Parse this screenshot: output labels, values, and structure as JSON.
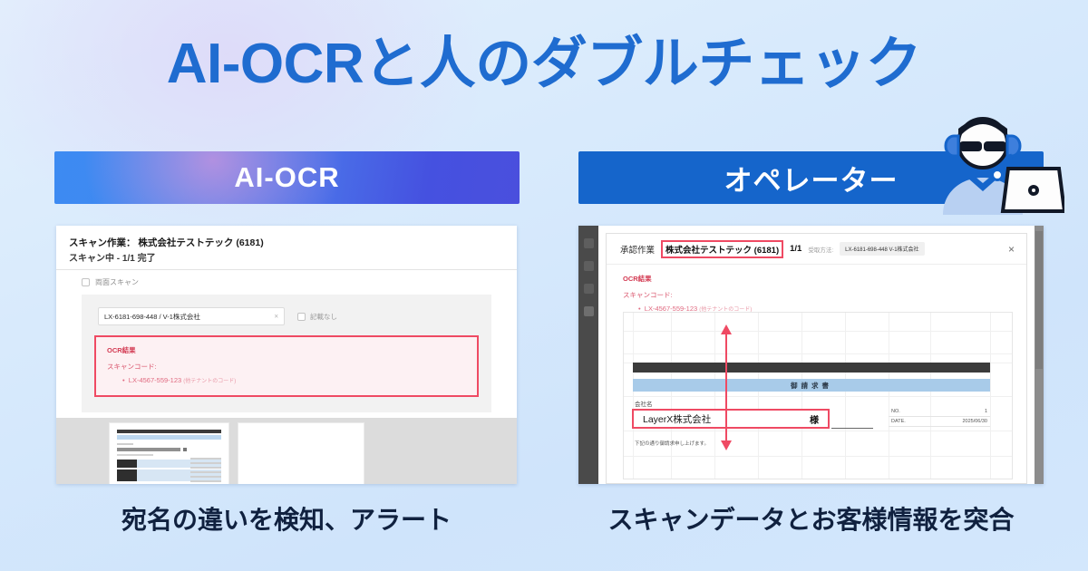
{
  "title": "AI-OCRと人のダブルチェック",
  "colors": {
    "title": "#1f6cd0",
    "header_right": "#1565cb",
    "alert_red": "#ef4a63",
    "caption": "#10213f",
    "background": "#d8eafc"
  },
  "panels": {
    "left": {
      "header_label": "AI-OCR",
      "caption": "宛名の違いを検知、アラート",
      "screenshot": {
        "title": "スキャン作業： 株式会社テストテック (6181)",
        "subtitle": "スキャン中 - 1/1 完了",
        "checkbox_duplex": "両面スキャン",
        "code_input_value": "LX-6181-698-448 / V-1株式会社",
        "clear_icon": "×",
        "checkbox_none": "記載なし",
        "ocr": {
          "heading": "OCR結果",
          "label": "スキャンコード:",
          "code": "LX-4567-559-123",
          "note": "(他テナントのコード)"
        }
      }
    },
    "right": {
      "header_label": "オペレーター",
      "caption": "スキャンデータとお客様情報を突合",
      "screenshot": {
        "topbar": {
          "task_label": "承認作業",
          "company": "株式会社テストテック (6181)",
          "count": "1/1",
          "receive_label": "受取方法:",
          "receive_value": "LX-6181-698-448  V-1株式会社",
          "close_icon": "×"
        },
        "ocr": {
          "heading": "OCR結果",
          "label": "スキャンコード:",
          "code": "LX-4567-559-123",
          "note": "(他テナントのコード)"
        },
        "invoice": {
          "doc_title": "御請求書",
          "company_label": "会社名",
          "recipient": "LayerX株式会社",
          "honorific": "様",
          "no_label": "NO.",
          "no_value": "1",
          "date_label": "DATE.",
          "date_value": "2025/06/30",
          "note": "下記の通り御請求申し上げます。"
        }
      }
    }
  }
}
